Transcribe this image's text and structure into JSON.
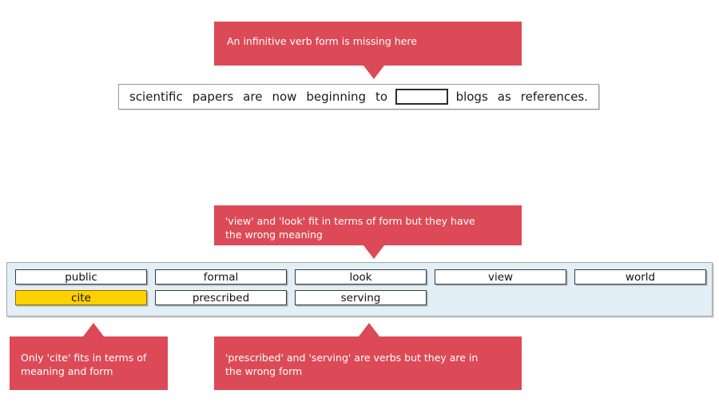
{
  "callouts": {
    "sentence_hint": "An infinitive verb form is missing here",
    "distractor_hint": "'view' and 'look' fit in terms of form but they have\nthe wrong meaning",
    "answer_hint": "Only 'cite' fits in terms of\nmeaning and form",
    "wrongform_hint": "'prescribed' and 'serving' are verbs but they are in\nthe wrong form"
  },
  "sentence": {
    "before": [
      "scientific",
      "papers",
      "are",
      "now",
      "beginning",
      "to"
    ],
    "blank_value": "",
    "after": [
      "blogs",
      "as",
      "references."
    ]
  },
  "word_bank": {
    "rows": [
      [
        {
          "label": "public",
          "selected": false
        },
        {
          "label": "formal",
          "selected": false
        },
        {
          "label": "look",
          "selected": false
        },
        {
          "label": "view",
          "selected": false
        },
        {
          "label": "world",
          "selected": false
        }
      ],
      [
        {
          "label": "cite",
          "selected": true
        },
        {
          "label": "prescribed",
          "selected": false
        },
        {
          "label": "serving",
          "selected": false
        }
      ]
    ]
  },
  "colors": {
    "callout_red": "#dc4a57",
    "selected_yellow": "#ffd100",
    "bank_background": "#e3eff6",
    "chip_border": "#3a3a3a"
  }
}
